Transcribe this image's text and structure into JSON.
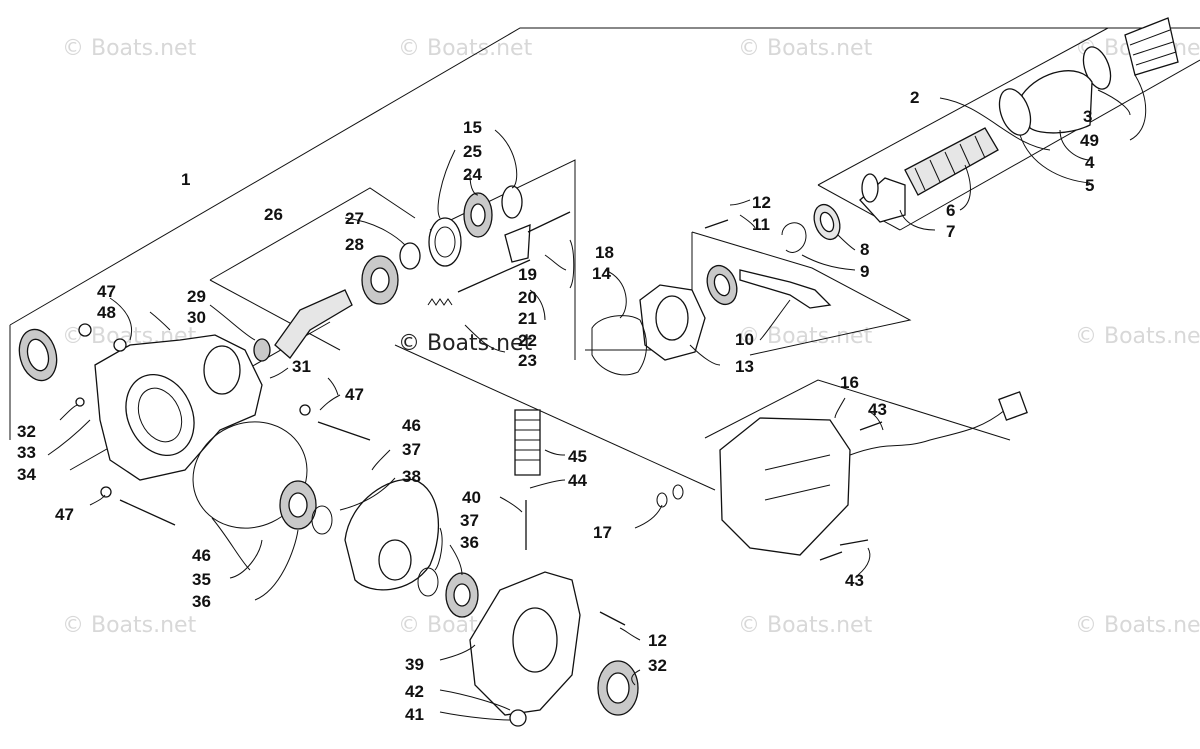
{
  "watermarks": [
    "© Boats.net",
    "© Boats.net",
    "© Boats.net",
    "© Boats.net",
    "© Boats.net",
    "© Boats.net",
    "© Boats.net",
    "© Boats.net",
    "© Boats.net",
    "© Boats.net",
    "© Boats.net"
  ],
  "center_watermark": "© Boats.net",
  "callouts": {
    "c1": "1",
    "c2": "2",
    "c3": "3",
    "c49": "49",
    "c4": "4",
    "c5": "5",
    "c6": "6",
    "c7": "7",
    "c8": "8",
    "c9": "9",
    "c10": "10",
    "c11": "11",
    "c12a": "12",
    "c12b": "12",
    "c13": "13",
    "c14": "14",
    "c15": "15",
    "c16": "16",
    "c17": "17",
    "c18": "18",
    "c19": "19",
    "c20": "20",
    "c21": "21",
    "c22": "22",
    "c23": "23",
    "c24": "24",
    "c25": "25",
    "c26": "26",
    "c27": "27",
    "c28": "28",
    "c29": "29",
    "c30": "30",
    "c31": "31",
    "c32a": "32",
    "c32b": "32",
    "c33": "33",
    "c34": "34",
    "c35": "35",
    "c36a": "36",
    "c36b": "36",
    "c37a": "37",
    "c37b": "37",
    "c38": "38",
    "c39": "39",
    "c40": "40",
    "c41": "41",
    "c42": "42",
    "c43a": "43",
    "c43b": "43",
    "c44": "44",
    "c45": "45",
    "c46a": "46",
    "c46b": "46",
    "c47a": "47",
    "c47b": "47",
    "c47c": "47",
    "c48": "48"
  }
}
